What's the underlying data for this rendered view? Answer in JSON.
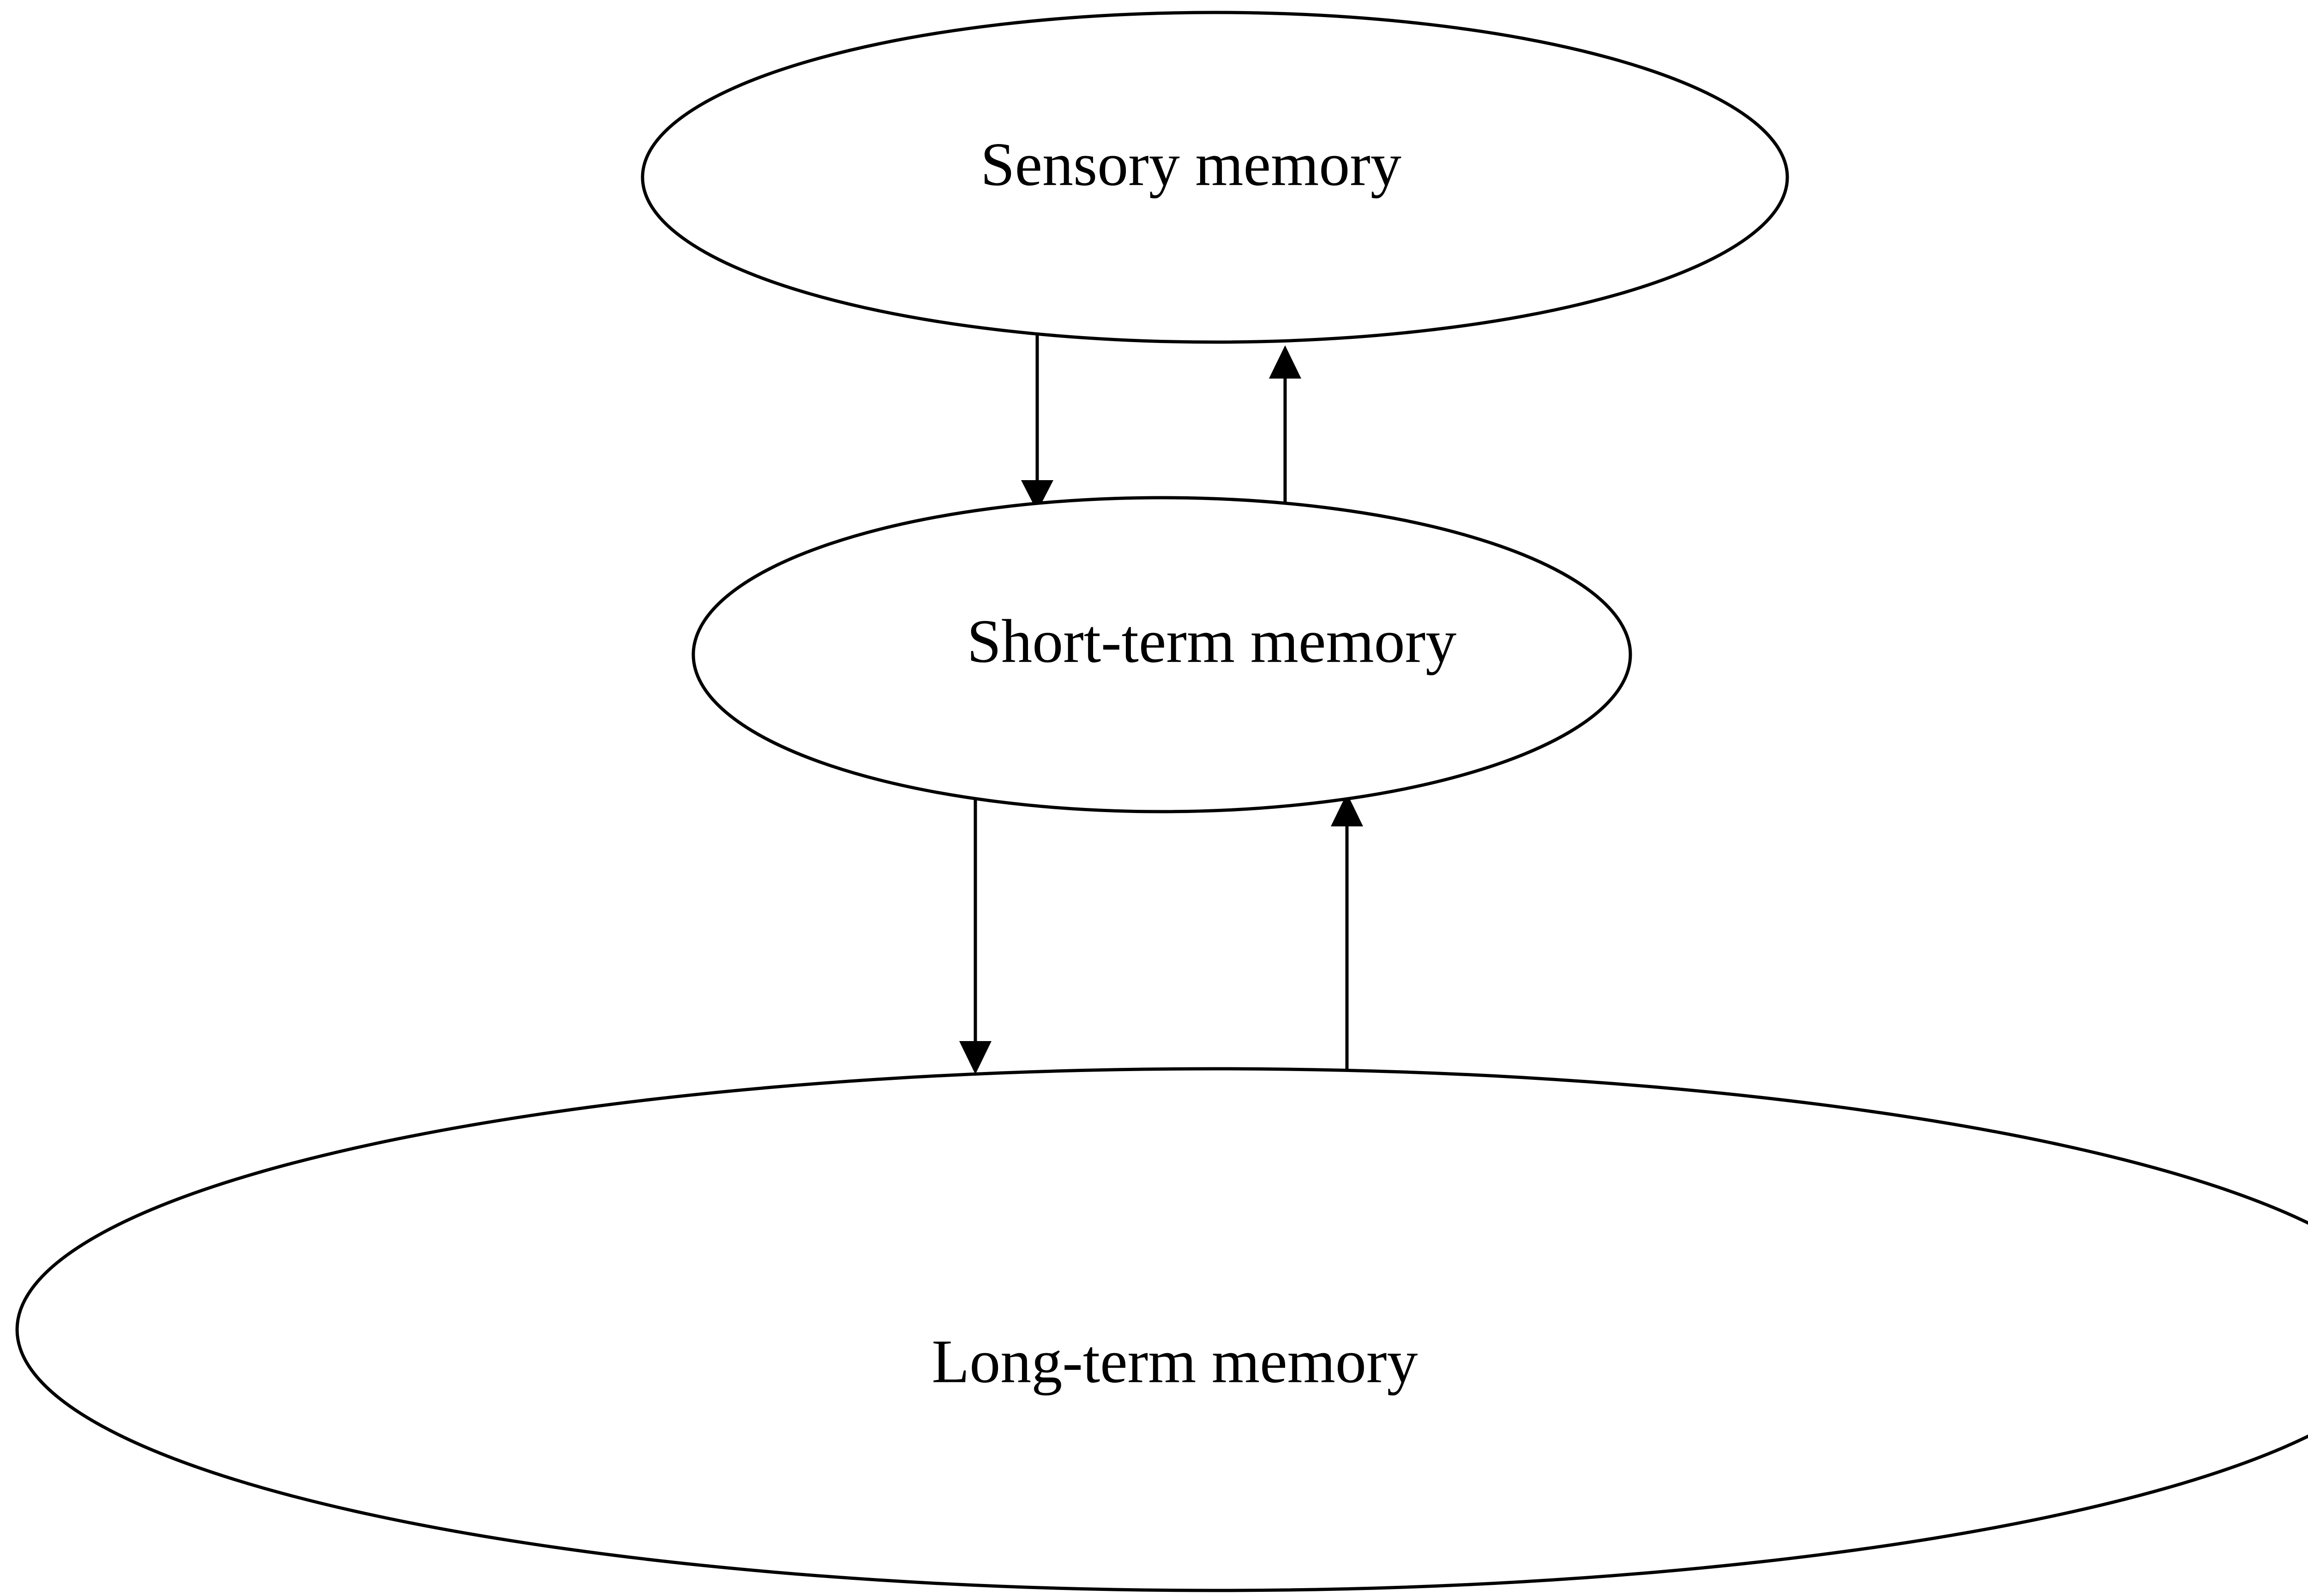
{
  "diagram": {
    "nodes": [
      {
        "id": "sensory",
        "label": "Sensory memory"
      },
      {
        "id": "short_term",
        "label": "Short-term memory"
      },
      {
        "id": "long_term",
        "label": "Long-term memory"
      }
    ],
    "edges": [
      {
        "from": "sensory",
        "to": "short_term"
      },
      {
        "from": "short_term",
        "to": "sensory"
      },
      {
        "from": "short_term",
        "to": "long_term"
      },
      {
        "from": "long_term",
        "to": "short_term"
      }
    ],
    "colors": {
      "stroke": "#000000",
      "background": "#ffffff",
      "text": "#000000"
    }
  }
}
